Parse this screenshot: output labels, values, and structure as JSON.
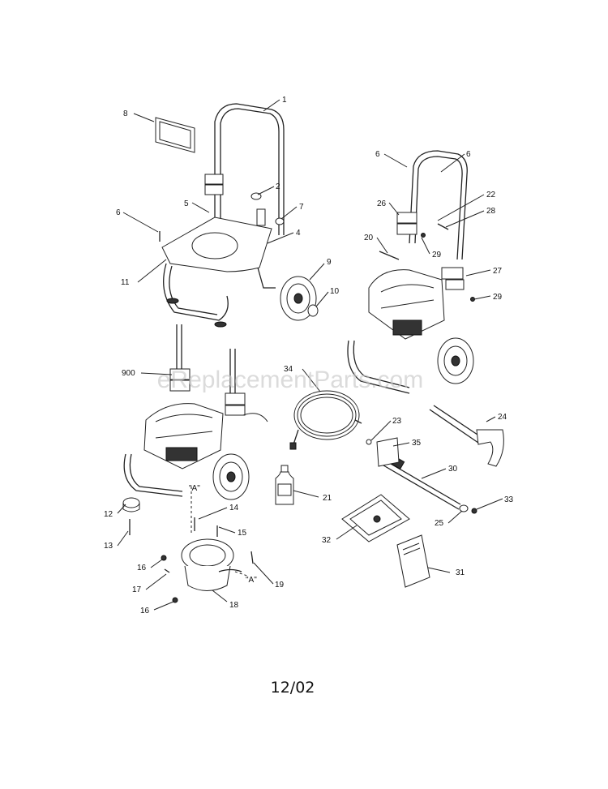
{
  "watermark": "eReplacementParts.com",
  "date_code": "12/02",
  "callouts": {
    "c1": "1",
    "c2": "2",
    "c4": "4",
    "c5": "5",
    "c6a": "6",
    "c6b": "6",
    "c6c": "6",
    "c7": "7",
    "c8": "8",
    "c9": "9",
    "c10": "10",
    "c11": "11",
    "c12": "12",
    "c13": "13",
    "c14": "14",
    "c15": "15",
    "c16a": "16",
    "c16b": "16",
    "c17": "17",
    "c18": "18",
    "c19": "19",
    "c20": "20",
    "c21": "21",
    "c22": "22",
    "c23": "23",
    "c24": "24",
    "c25": "25",
    "c26": "26",
    "c27": "27",
    "c28": "28",
    "c29a": "29",
    "c29b": "29",
    "c30": "30",
    "c31": "31",
    "c32": "32",
    "c33": "33",
    "c34": "34",
    "c35": "35",
    "c900": "900",
    "a1": "\"A\"",
    "a2": "\"A\""
  }
}
